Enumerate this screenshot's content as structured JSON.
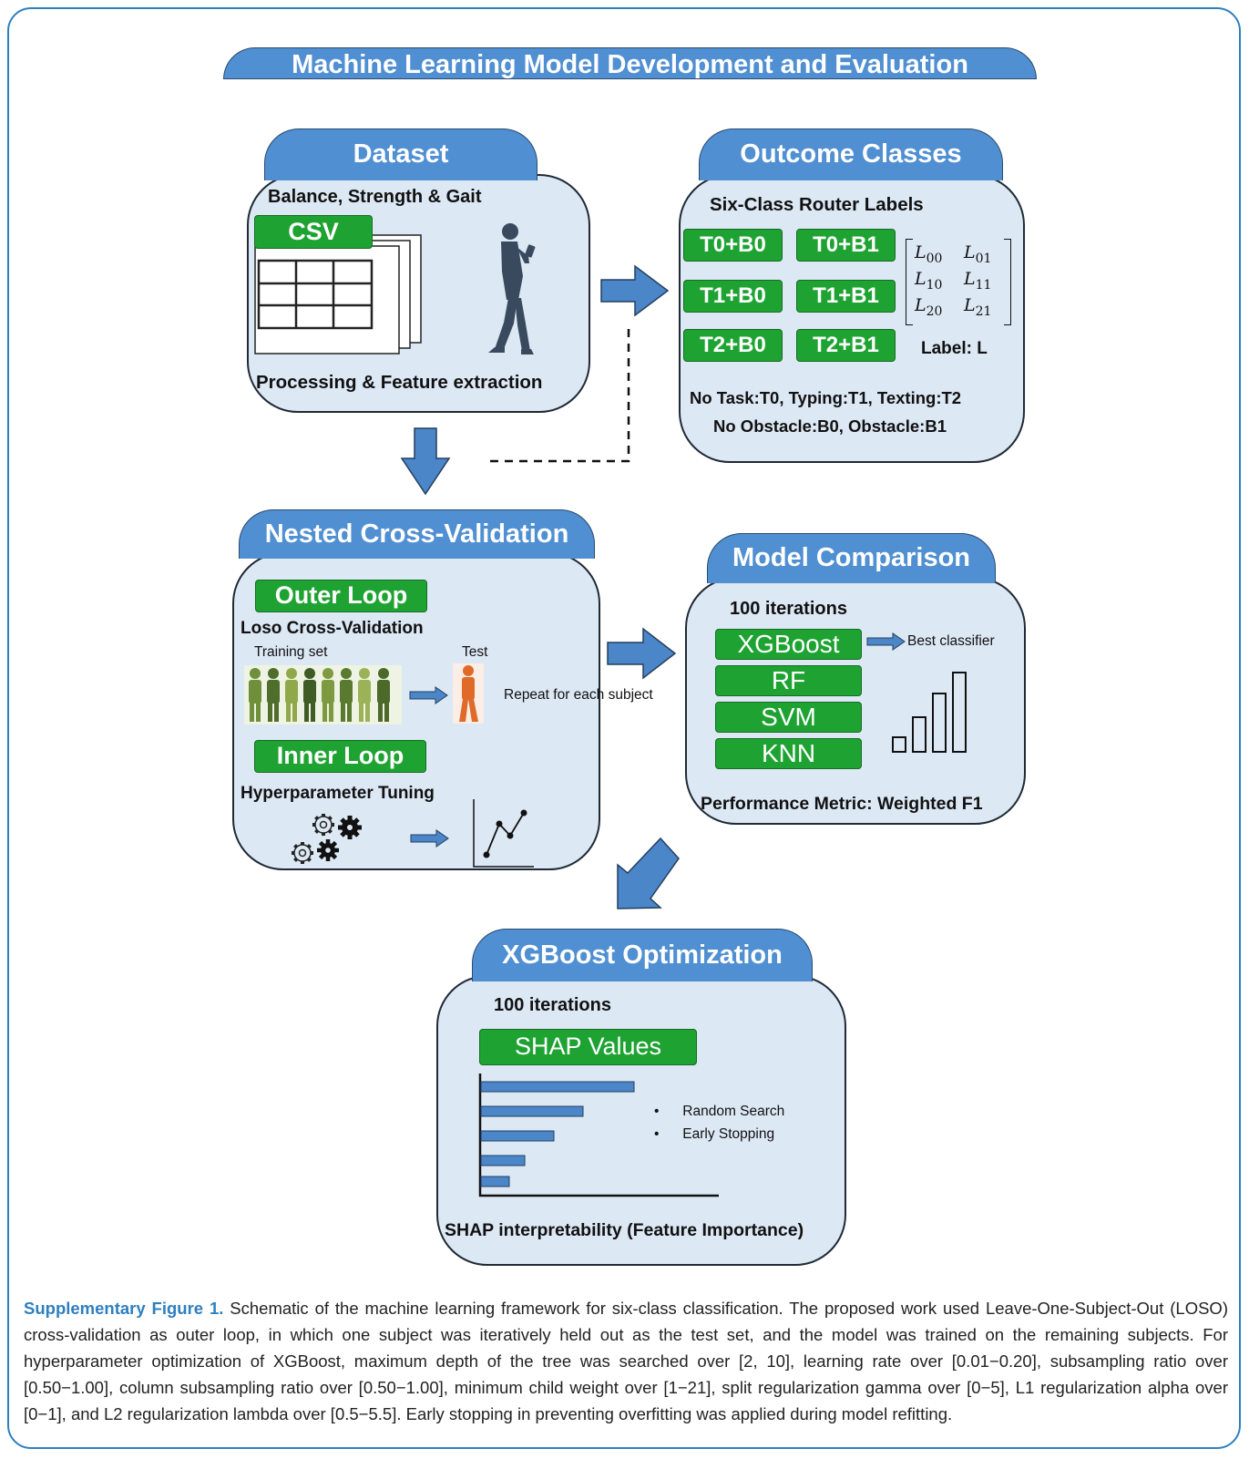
{
  "title": "Machine Learning Model Development and Evaluation",
  "dataset": {
    "tab": "Dataset",
    "subtitle": "Balance, Strength & Gait",
    "csv_label": "CSV",
    "footer": "Processing & Feature extraction"
  },
  "outcome": {
    "tab": "Outcome Classes",
    "subtitle": "Six-Class Router Labels",
    "classes": [
      "T0+B0",
      "T0+B1",
      "T1+B0",
      "T1+B1",
      "T2+B0",
      "T2+B1"
    ],
    "matrix": [
      [
        "L",
        "00"
      ],
      [
        "L",
        "01"
      ],
      [
        "L",
        "10"
      ],
      [
        "L",
        "11"
      ],
      [
        "L",
        "20"
      ],
      [
        "L",
        "21"
      ]
    ],
    "label": "Label: L",
    "legend_1": "No Task:T0, Typing:T1, Texting:T2",
    "legend_2": "No Obstacle:B0, Obstacle:B1"
  },
  "nested": {
    "tab": "Nested Cross-Validation",
    "outer_loop": "Outer Loop",
    "outer_sub": "Loso Cross-Validation",
    "training_set": "Training set",
    "test": "Test",
    "repeat": "Repeat for each subject",
    "inner_loop": "Inner Loop",
    "inner_sub": "Hyperparameter Tuning"
  },
  "comparison": {
    "tab": "Model Comparison",
    "iterations": "100 iterations",
    "models": [
      "XGBoost",
      "RF",
      "SVM",
      "KNN"
    ],
    "best": "Best classifier",
    "metric": "Performance Metric: Weighted F1"
  },
  "xgb": {
    "tab": "XGBoost Optimization",
    "iterations": "100 iterations",
    "shap_button": "SHAP Values",
    "bullets": [
      "Random Search",
      "Early Stopping"
    ],
    "footer": "SHAP interpretability (Feature Importance)"
  },
  "caption": {
    "label": "Supplementary Figure 1.",
    "text": " Schematic of the machine learning framework for six-class classification. The proposed work used Leave-One-Subject-Out (LOSO) cross-validation as outer loop, in which one subject was iteratively held out as the test set, and the model was trained on the remaining subjects. For hyperparameter optimization of XGBoost, maximum depth of the tree was searched over [2, 10], learning rate over [0.01−0.20], subsampling ratio over [0.50−1.00], column subsampling ratio over [0.50−1.00], minimum child weight over [1−21], split regularization gamma over [0−5], L1 regularization alpha over [0−1], and L2 regularization lambda over [0.5−5.5]. Early stopping in preventing overfitting was applied during model refitting."
  },
  "colors": {
    "tab_blue": "#4f8fd2",
    "panel_fill": "#dde8f5",
    "button_green": "#1ea332",
    "caption_blue": "#2e7fbf"
  }
}
